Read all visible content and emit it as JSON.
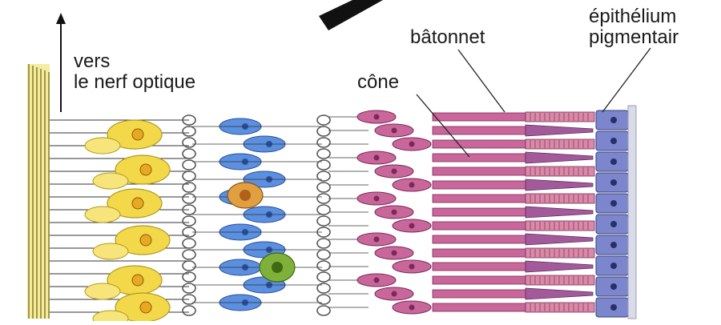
{
  "labels": {
    "optic_line1": "vers",
    "optic_line2": "le nerf optique",
    "cone": "cône",
    "rod": "bâtonnet",
    "epithelium_line1": "épithélium",
    "epithelium_line2": "pigmentair"
  },
  "colors": {
    "nerve_fibers": "#e8dc6a",
    "ganglion_cells": "#f3d84a",
    "bipolar_cells": "#5b8fe0",
    "horizontal_cell": "#e0a040",
    "amacrine_cell": "#7fb03a",
    "photoreceptor_body": "#c9679a",
    "rod_outer": "#d88aa8",
    "cone_outer": "#a35a9a",
    "epithelium": "#7c86cc",
    "lines": "#333333"
  }
}
